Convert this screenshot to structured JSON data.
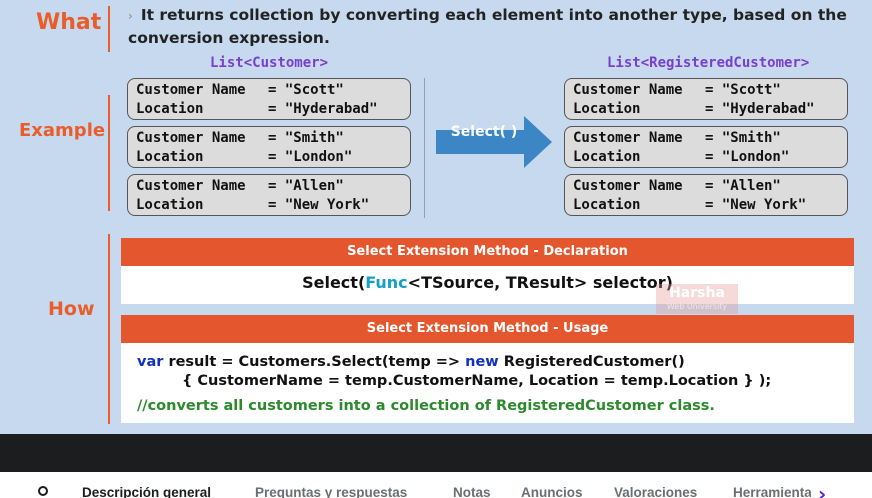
{
  "slide": {
    "what_label": "What",
    "what_text": "It returns collection by converting each element into another type, based on the conversion expression.",
    "bullet": "›",
    "example_label": "Example",
    "how_label": "How",
    "left_title": "List<Customer>",
    "right_title": "List<RegisteredCustomer>",
    "customers": [
      {
        "k1": "Customer Name",
        "v1": "= \"Scott\"",
        "k2": "Location",
        "v2": "= \"Hyderabad\""
      },
      {
        "k1": "Customer Name",
        "v1": "= \"Smith\"",
        "k2": "Location",
        "v2": "= \"London\""
      },
      {
        "k1": "Customer Name",
        "v1": "= \"Allen\"",
        "k2": "Location",
        "v2": "= \"New York\""
      }
    ],
    "arrow_label": "Select( )",
    "decl_title": "Select Extension Method - Declaration",
    "decl": {
      "pre": "Select(",
      "func": "Func",
      "post": "<TSource, TResult>  selector)"
    },
    "usage_title": "Select Extension Method - Usage",
    "usage": {
      "var": "var",
      "line1a": " result = Customers.Select(temp => ",
      "new": "new",
      "line1b": " RegisteredCustomer()",
      "line2": "{ CustomerName = temp.CustomerName, Location = temp.Location } );",
      "comment": "//converts all customers into a collection of RegisteredCustomer class."
    },
    "watermark_main": "Harsha",
    "watermark_sub": "Web University"
  },
  "tabs": [
    "Descripción general",
    "Preguntas y respuestas",
    "Notas",
    "Anuncios",
    "Valoraciones",
    "Herramientas"
  ],
  "colors": {
    "accent": "#e95d2a",
    "slide_bg": "#c6d9ee",
    "arrow": "#3d86c6",
    "link": "#5624d0"
  }
}
